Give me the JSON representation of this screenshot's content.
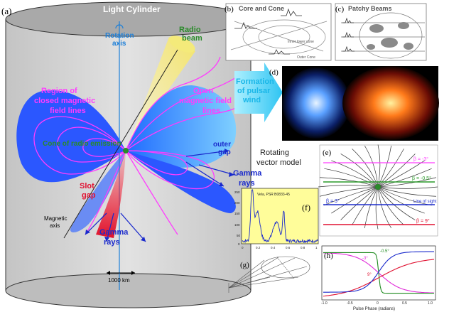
{
  "panels": {
    "a": "(a)",
    "b": "(b)",
    "b_title": "Core and Cone",
    "b_inner": "Inner lower cone",
    "b_outer": "Outer Cone",
    "c": "(c)",
    "c_title": "Patchy Beams",
    "d": "(d)",
    "e": "(e)",
    "f": "(f)",
    "g": "(g)",
    "h": "(h)"
  },
  "main": {
    "light_cylinder": "Light Cylinder",
    "rotation_axis_1": "Rotation",
    "rotation_axis_2": "axis",
    "radio_beam_1": "Radio",
    "radio_beam_2": "beam",
    "closed_1": "Region of",
    "closed_2": "closed magnetic",
    "closed_3": "field lines",
    "open_1": "Open",
    "open_2": "magnetic field",
    "open_3": "lines",
    "cone": "Cone of radio emission",
    "outer_1": "outer",
    "outer_2": "gap",
    "slot_1": "Slot",
    "slot_2": "gap",
    "gamma_right_1": "Gamma",
    "gamma_right_2": "rays",
    "gamma_bottom_1": "Gamma",
    "gamma_bottom_2": "rays",
    "magnetic_axis_1": "Magnetic",
    "magnetic_axis_2": "axis",
    "scale": "1000 km"
  },
  "arrow": {
    "line1": "Formation",
    "line2": "of pulsar",
    "line3": "wind"
  },
  "rvm": {
    "line1": "Rotating",
    "line2": "vector model",
    "beta_top": "β = -3°",
    "beta_mid": "β = -0.5°",
    "beta_low": "β = 3°",
    "beta_bot": "β = 9°",
    "line_of_sight": "Line of sight"
  },
  "profile": {
    "title": "Vela, PSR B0833-45",
    "y_ticks": [
      "250",
      "200",
      "150",
      "100",
      "50",
      "0"
    ],
    "x_ticks": [
      "0",
      "0.2",
      "0.4",
      "0.6",
      "0.8",
      "1"
    ]
  },
  "pa": {
    "label_top": "-0.5°",
    "label_left": "-3°",
    "label_mid": "9°",
    "x_ticks": [
      "-1.0",
      "-0.5",
      "0",
      "0.5",
      "1.0"
    ],
    "xlabel": "Pulse Phase (radians)"
  },
  "colors": {
    "closed": "#2b57ff",
    "closed_text": "#ff3cff",
    "open_text": "#ff3cff",
    "beam": "#fff3a0",
    "green": "#2a8a2a",
    "gamma": "#1a2acc",
    "cyan": "#37c7f0"
  }
}
